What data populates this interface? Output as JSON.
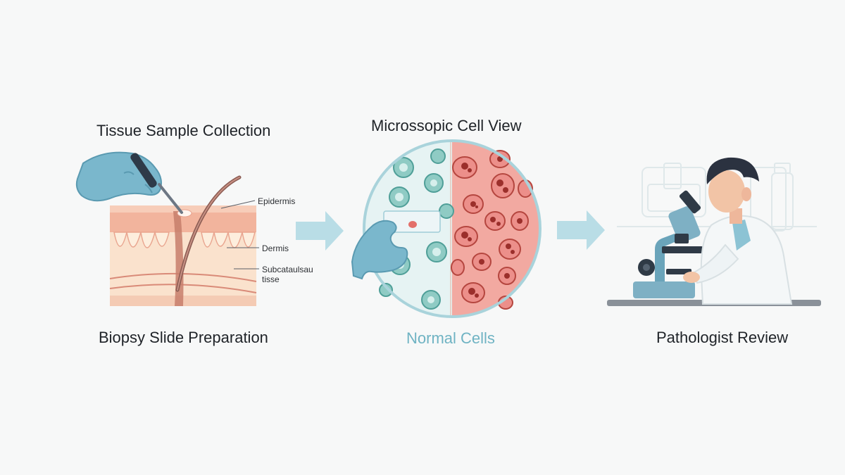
{
  "steps": {
    "collection_title": "Tissue Sample Collection",
    "micro_title": "Microssopic Cell View",
    "prep_caption": "Biopsy Slide Preparation",
    "normal_caption": "Normal Cells",
    "review_caption": "Pathologist Review"
  },
  "skin_layers": {
    "epidermis": "Epidermis",
    "dermis": "Dermis",
    "subcutaneous": "Subcataulsau tisse"
  },
  "colors": {
    "accent_teal": "#6fb3c3",
    "glove_blue": "#7ab7cc",
    "skin_pink": "#f1b8a3",
    "abnormal_red": "#ec8f8a",
    "normal_cell_teal": "#8fcbc4",
    "arrow": "#b9dde6"
  }
}
